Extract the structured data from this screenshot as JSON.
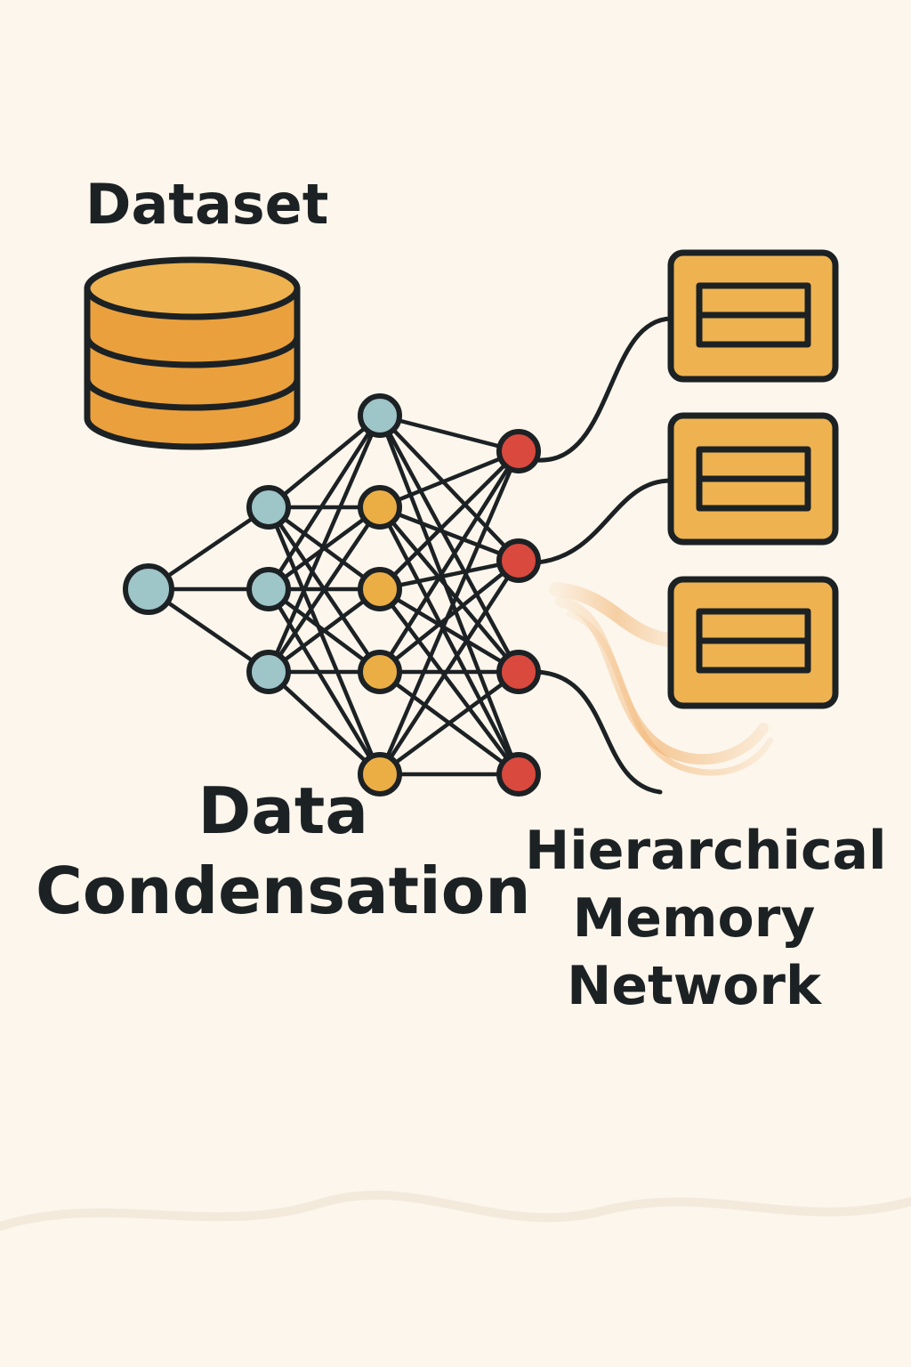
{
  "labels": {
    "dataset": "Dataset",
    "condensation": [
      "Data",
      "Condensation"
    ],
    "memory": [
      "Hierarchical",
      "Memory",
      "Network"
    ]
  },
  "colors": {
    "background": "#fcf6ec",
    "outline": "#1c2124",
    "database_orange": "#eaa03c",
    "node_blue": "#9ec5c8",
    "node_yellow": "#eaae45",
    "node_red": "#d9493e",
    "memory_cell": "#eeb350",
    "glow_orange": "#f0a85a"
  },
  "icons": {
    "dataset": "database-icon",
    "memory": "memory-cell-icon"
  },
  "network": {
    "layer_sizes": [
      1,
      3,
      5,
      4
    ],
    "memory_cells": 3
  }
}
